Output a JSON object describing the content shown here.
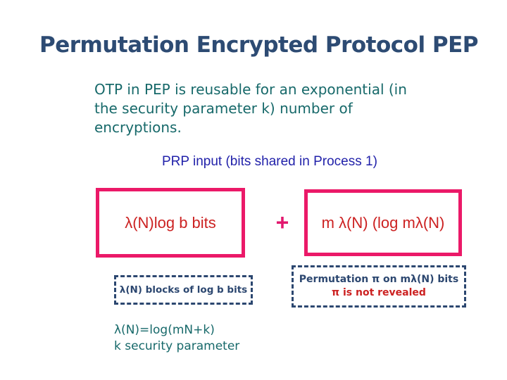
{
  "slide": {
    "title": "Permutation Encrypted Protocol PEP",
    "body_lines": [
      "OTP in PEP is reusable for an exponential (in",
      "the security parameter k) number of",
      "encryptions."
    ],
    "prp_label": "PRP input (bits shared in Process 1)",
    "left_box": {
      "text": "λ(N)log b bits"
    },
    "plus": "+",
    "right_box": {
      "text": "m λ(N) (log mλ(N)"
    },
    "left_dashed_box": {
      "text": "λ(N) blocks of log b bits"
    },
    "right_dashed_box": {
      "line1": "Permutation π on mλ(N) bits",
      "line2": "π is not revealed"
    },
    "footnote": {
      "line1": "λ(N)=log(mN+k)",
      "line2": "k security parameter"
    },
    "colors": {
      "title_navy": "#2d4b73",
      "body_teal": "#17696a",
      "caption_blue": "#2222aa",
      "box_border_pink": "#eb1968",
      "box_text_red": "#cc2222",
      "dashed_border_navy": "#2c4770",
      "background": "#ffffff"
    }
  }
}
